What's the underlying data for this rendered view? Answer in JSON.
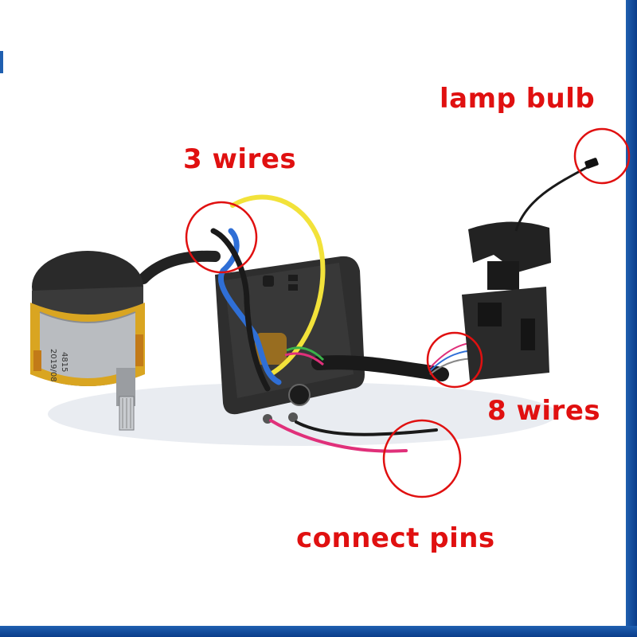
{
  "labels": {
    "lamp_bulb": "lamp bulb",
    "three_wires": "3 wires",
    "eight_wires": "8 wires",
    "connect_pins": "connect pins"
  },
  "motor_markings": {
    "line1": "4815",
    "line2": "2019/08"
  },
  "colors": {
    "annotation_red": "#e01010",
    "frame_blue": "#1f5fb0",
    "wire_yellow": "#f2e23a",
    "wire_blue": "#2f6fd6",
    "wire_pink": "#e0307a",
    "winding_gold": "#d9a521"
  }
}
